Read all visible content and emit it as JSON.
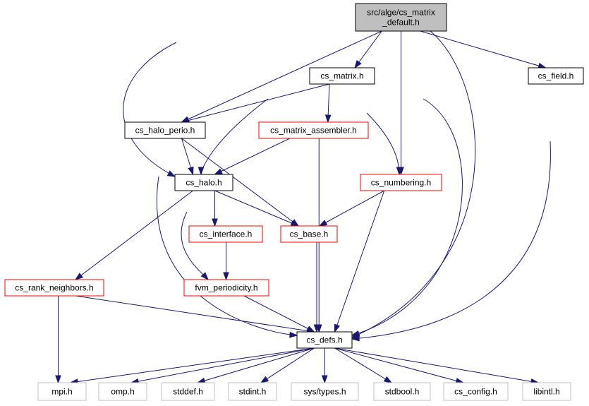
{
  "colors": {
    "edge": "#191970",
    "root_fill": "#bfbfbf",
    "black_border": "#000000",
    "red_border": "#ff0000",
    "gray_border": "#bfbfbf",
    "gray_text": "#404040"
  },
  "nodes": {
    "root": {
      "lines": [
        "src/alge/cs_matrix",
        "_default.h"
      ],
      "kind": "root"
    },
    "cs_matrix": {
      "lines": [
        "cs_matrix.h"
      ],
      "kind": "black"
    },
    "cs_field": {
      "lines": [
        "cs_field.h"
      ],
      "kind": "black"
    },
    "cs_halo_perio": {
      "lines": [
        "cs_halo_perio.h"
      ],
      "kind": "black"
    },
    "cs_matrix_assembler": {
      "lines": [
        "cs_matrix_assembler.h"
      ],
      "kind": "red"
    },
    "cs_halo": {
      "lines": [
        "cs_halo.h"
      ],
      "kind": "black"
    },
    "cs_numbering": {
      "lines": [
        "cs_numbering.h"
      ],
      "kind": "red"
    },
    "cs_interface": {
      "lines": [
        "cs_interface.h"
      ],
      "kind": "red"
    },
    "cs_base": {
      "lines": [
        "cs_base.h"
      ],
      "kind": "red"
    },
    "cs_rank_neighbors": {
      "lines": [
        "cs_rank_neighbors.h"
      ],
      "kind": "red"
    },
    "fvm_periodicity": {
      "lines": [
        "fvm_periodicity.h"
      ],
      "kind": "red"
    },
    "cs_defs": {
      "lines": [
        "cs_defs.h"
      ],
      "kind": "black"
    },
    "mpi": {
      "lines": [
        "mpi.h"
      ],
      "kind": "gray"
    },
    "omp": {
      "lines": [
        "omp.h"
      ],
      "kind": "gray"
    },
    "stddef": {
      "lines": [
        "stddef.h"
      ],
      "kind": "gray"
    },
    "stdint": {
      "lines": [
        "stdint.h"
      ],
      "kind": "gray"
    },
    "sys_types": {
      "lines": [
        "sys/types.h"
      ],
      "kind": "gray"
    },
    "stdbool": {
      "lines": [
        "stdbool.h"
      ],
      "kind": "gray"
    },
    "cs_config": {
      "lines": [
        "cs_config.h"
      ],
      "kind": "gray"
    },
    "libintl": {
      "lines": [
        "libintl.h"
      ],
      "kind": "gray"
    }
  },
  "edges": [
    [
      "root",
      "cs_matrix"
    ],
    [
      "root",
      "cs_field"
    ],
    [
      "root",
      "cs_halo_perio"
    ],
    [
      "root",
      "cs_halo"
    ],
    [
      "root",
      "cs_numbering"
    ],
    [
      "root",
      "cs_defs"
    ],
    [
      "cs_matrix",
      "cs_halo_perio"
    ],
    [
      "cs_matrix",
      "cs_matrix_assembler"
    ],
    [
      "cs_matrix",
      "cs_halo"
    ],
    [
      "cs_matrix",
      "cs_numbering"
    ],
    [
      "cs_matrix",
      "cs_defs"
    ],
    [
      "cs_field",
      "cs_defs"
    ],
    [
      "cs_halo_perio",
      "cs_halo"
    ],
    [
      "cs_halo_perio",
      "cs_base"
    ],
    [
      "cs_halo_perio",
      "cs_defs"
    ],
    [
      "cs_matrix_assembler",
      "cs_halo"
    ],
    [
      "cs_matrix_assembler",
      "cs_defs"
    ],
    [
      "cs_halo",
      "cs_interface"
    ],
    [
      "cs_halo",
      "cs_base"
    ],
    [
      "cs_halo",
      "cs_rank_neighbors"
    ],
    [
      "cs_halo",
      "fvm_periodicity"
    ],
    [
      "cs_numbering",
      "cs_base"
    ],
    [
      "cs_numbering",
      "cs_defs"
    ],
    [
      "cs_interface",
      "fvm_periodicity"
    ],
    [
      "cs_base",
      "cs_defs"
    ],
    [
      "cs_rank_neighbors",
      "mpi"
    ],
    [
      "cs_rank_neighbors",
      "cs_defs"
    ],
    [
      "fvm_periodicity",
      "cs_defs"
    ],
    [
      "cs_defs",
      "mpi"
    ],
    [
      "cs_defs",
      "omp"
    ],
    [
      "cs_defs",
      "stddef"
    ],
    [
      "cs_defs",
      "stdint"
    ],
    [
      "cs_defs",
      "sys_types"
    ],
    [
      "cs_defs",
      "stdbool"
    ],
    [
      "cs_defs",
      "cs_config"
    ],
    [
      "cs_defs",
      "libintl"
    ]
  ]
}
